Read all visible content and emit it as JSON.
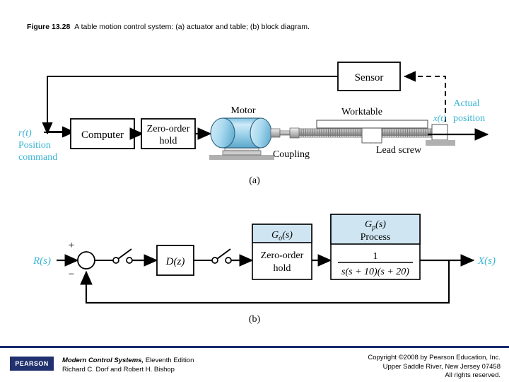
{
  "figure": {
    "label": "Figure 13.28",
    "caption": "A table motion control system: (a) actuator and table; (b) block diagram."
  },
  "colors": {
    "teal": "#3ab4d2",
    "block_header": "#cfe6f2",
    "pearson_blue": "#21306e",
    "motor_blue": "#9fd3ea",
    "gray_base": "#b3b3b3"
  },
  "part_a": {
    "caption": "(a)",
    "blocks": [
      {
        "id": "computer",
        "label": "Computer"
      },
      {
        "id": "zero-order-hold",
        "line1": "Zero-order",
        "line2": "hold"
      },
      {
        "id": "sensor",
        "label": "Sensor"
      }
    ],
    "labels": {
      "motor": "Motor",
      "coupling": "Coupling",
      "worktable": "Worktable",
      "lead_screw": "Lead screw"
    },
    "input_signal": {
      "symbol": "r(t)",
      "line1": "Position",
      "line2": "command"
    },
    "output_signal": {
      "symbol": "x(t)",
      "line1": "Actual",
      "line2": "position"
    }
  },
  "part_b": {
    "caption": "(b)",
    "input_label": "R(s)",
    "output_label": "X(s)",
    "sum_plus": "+",
    "sum_minus": "−",
    "blocks": [
      {
        "id": "controller",
        "label": "D(z)"
      },
      {
        "id": "zero-order-hold",
        "header": "Gₒ(s)",
        "header_base": "G",
        "header_sub": "o",
        "header_arg": "(s)",
        "line1": "Zero-order",
        "line2": "hold"
      },
      {
        "id": "process",
        "header_base": "G",
        "header_sub": "p",
        "header_arg": "(s)",
        "header_line2": "Process",
        "numerator": "1",
        "denominator": "s(s + 10)(s + 20)"
      }
    ]
  },
  "footer": {
    "logo_text": "PEARSON",
    "book_title": "Modern Control Systems,",
    "book_edition": " Eleventh Edition",
    "authors": "Richard C. Dorf and Robert H. Bishop",
    "copyright_lines": [
      "Copyright ©2008 by Pearson Education, Inc.",
      "Upper Saddle River, New Jersey 07458",
      "All rights reserved."
    ]
  }
}
